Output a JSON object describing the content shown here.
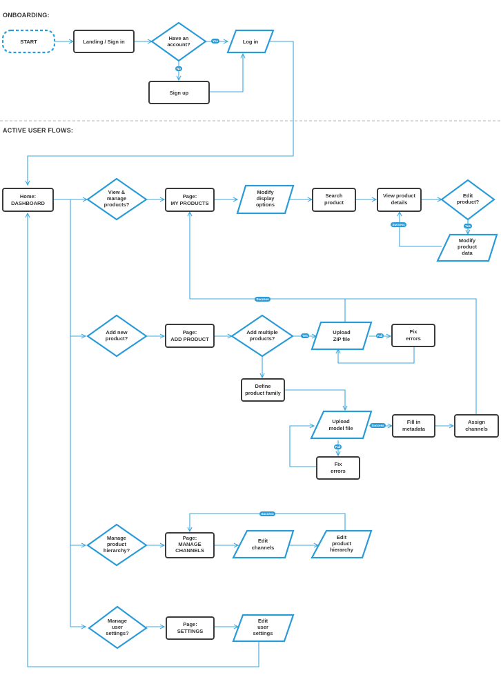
{
  "colors": {
    "accent": "#2b9bd8",
    "edge": "#3aa7df",
    "box_border": "#3a3a3a",
    "text": "#333333",
    "divider": "#c8c8c8"
  },
  "sections": {
    "onboarding": "ONBOARDING:",
    "active": "ACTIVE USER FLOWS:"
  },
  "nodes": {
    "start": {
      "type": "terminal",
      "lines": [
        "START"
      ]
    },
    "landing": {
      "type": "process",
      "lines": [
        "Landing / Sign in"
      ]
    },
    "have_account": {
      "type": "decision",
      "lines": [
        "Have an",
        "account?"
      ]
    },
    "login": {
      "type": "io",
      "lines": [
        "Log in"
      ]
    },
    "signup": {
      "type": "process",
      "lines": [
        "Sign up"
      ]
    },
    "dashboard": {
      "type": "process",
      "lines": [
        "Home:",
        "DASHBOARD"
      ]
    },
    "view_manage": {
      "type": "decision",
      "lines": [
        "View &",
        "manage",
        "products?"
      ]
    },
    "my_products": {
      "type": "process",
      "lines": [
        "Page:",
        "MY PRODUCTS"
      ]
    },
    "modify_display": {
      "type": "io",
      "lines": [
        "Modify",
        "display",
        "options"
      ]
    },
    "search_product": {
      "type": "process",
      "lines": [
        "Search",
        "product"
      ]
    },
    "view_details": {
      "type": "process",
      "lines": [
        "View product",
        "details"
      ]
    },
    "edit_product": {
      "type": "decision",
      "lines": [
        "Edit",
        "product?"
      ]
    },
    "modify_data": {
      "type": "io",
      "lines": [
        "Modify",
        "product",
        "data"
      ]
    },
    "add_new": {
      "type": "decision",
      "lines": [
        "Add new",
        "product?"
      ]
    },
    "add_product": {
      "type": "process",
      "lines": [
        "Page:",
        "ADD PRODUCT"
      ]
    },
    "add_multiple": {
      "type": "decision",
      "lines": [
        "Add multiple",
        "products?"
      ]
    },
    "upload_zip": {
      "type": "io",
      "lines": [
        "Upload",
        "ZIP file"
      ]
    },
    "fix_errors_1": {
      "type": "process",
      "lines": [
        "Fix",
        "errors"
      ]
    },
    "define_family": {
      "type": "process",
      "lines": [
        "Define",
        "product family"
      ]
    },
    "upload_model": {
      "type": "io",
      "lines": [
        "Upload",
        "model file"
      ]
    },
    "fill_metadata": {
      "type": "process",
      "lines": [
        "Fill in",
        "metadata"
      ]
    },
    "assign_channels": {
      "type": "process",
      "lines": [
        "Assign",
        "channels"
      ]
    },
    "fix_errors_2": {
      "type": "process",
      "lines": [
        "Fix",
        "errors"
      ]
    },
    "manage_hierarchy": {
      "type": "decision",
      "lines": [
        "Manage",
        "product",
        "hierarchy?"
      ]
    },
    "manage_channels": {
      "type": "process",
      "lines": [
        "Page:",
        "MANAGE",
        "CHANNELS"
      ]
    },
    "edit_channels": {
      "type": "io",
      "lines": [
        "Edit",
        "channels"
      ]
    },
    "edit_hierarchy": {
      "type": "io",
      "lines": [
        "Edit",
        "product",
        "hierarchy"
      ]
    },
    "manage_settings": {
      "type": "decision",
      "lines": [
        "Manage",
        "user",
        "settings?"
      ]
    },
    "settings": {
      "type": "process",
      "lines": [
        "Page:",
        "SETTINGS"
      ]
    },
    "edit_settings": {
      "type": "io",
      "lines": [
        "Edit",
        "user",
        "settings"
      ]
    }
  },
  "badges": {
    "yes_1": "Yes",
    "no_1": "No",
    "yes_2": "Yes",
    "success_1": "Success",
    "success_2": "Success",
    "yes_3": "Yes",
    "fail_1": "Fail",
    "success_3": "Success",
    "fail_2": "Fail",
    "success_4": "Success"
  }
}
